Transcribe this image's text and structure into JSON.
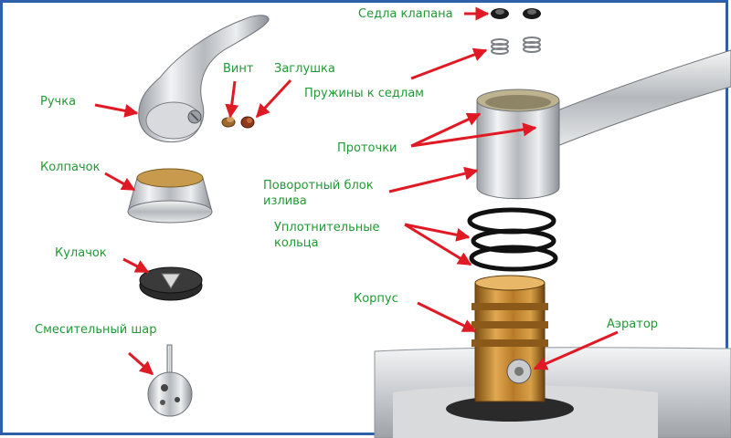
{
  "colors": {
    "label": "#1f9a34",
    "arrow": "#e01a24",
    "frame": "#2e5fa8"
  },
  "labels": {
    "handle": "Ручка",
    "screw": "Винт",
    "plug": "Заглушка",
    "cap": "Колпачок",
    "cam": "Кулачок",
    "mixing_ball": "Смесительный шар",
    "valve_seats": "Седла клапана",
    "seat_springs": "Пружины к седлам",
    "channels": "Проточки",
    "spout_block_line1": "Поворотный блок",
    "spout_block_line2": "излива",
    "seal_rings_line1": "Уплотнительные",
    "seal_rings_line2": "кольца",
    "body": "Корпус",
    "aerator": "Аэратор"
  }
}
